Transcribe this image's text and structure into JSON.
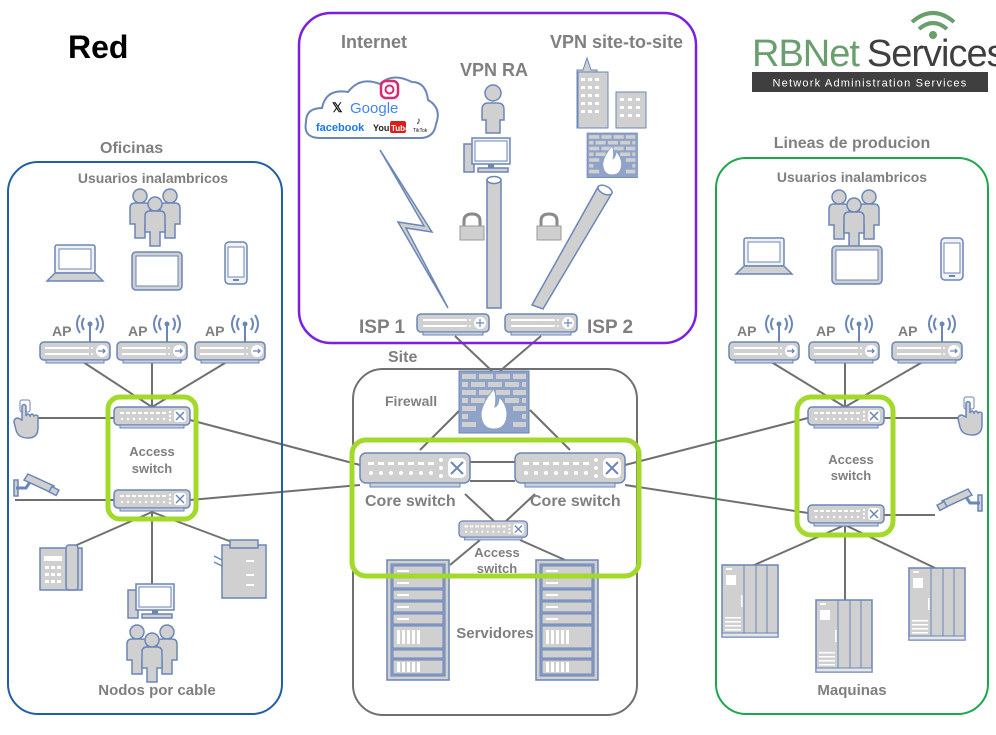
{
  "title": "Red",
  "logo": {
    "name_part1": "RBNet",
    "name_part2": "Services",
    "tagline": "Network Administration Services",
    "color_green": "#6a9e6e",
    "color_dark": "#3f3f3f",
    "icon": "wifi-icon"
  },
  "colors": {
    "internet_border": "#7b1fe0",
    "oficinas_border": "#1f5fa8",
    "produccion_border": "#1ea64b",
    "site_border": "#707070",
    "highlight": "#a3d92a",
    "device_fill": "#d0d0d0",
    "device_stroke": "#6b86b8",
    "label": "#7f7f7f"
  },
  "internet": {
    "title": "Internet",
    "vpn_ra": "VPN RA",
    "vpn_s2s": "VPN site-to-site",
    "cloud_services": [
      "X",
      "Google",
      "facebook",
      "YouTube",
      "TikTok",
      "Instagram"
    ],
    "isp1": "ISP 1",
    "isp2": "ISP 2"
  },
  "site": {
    "title": "Site",
    "firewall": "Firewall",
    "core_switch_1": "Core switch",
    "core_switch_2": "Core switch",
    "access_switch_line1": "Access",
    "access_switch_line2": "switch",
    "servers": "Servidores"
  },
  "oficinas": {
    "title": "Oficinas",
    "wireless_users": "Usuarios inalambricos",
    "ap_labels": [
      "AP",
      "AP",
      "AP"
    ],
    "access_switch_line1": "Access",
    "access_switch_line2": "switch",
    "wired_nodes": "Nodos por cable"
  },
  "produccion": {
    "title": "Lineas de producion",
    "wireless_users": "Usuarios inalambricos",
    "ap_labels": [
      "AP",
      "AP",
      "AP"
    ],
    "access_switch_line1": "Access",
    "access_switch_line2": "switch",
    "machines": "Maquinas"
  }
}
